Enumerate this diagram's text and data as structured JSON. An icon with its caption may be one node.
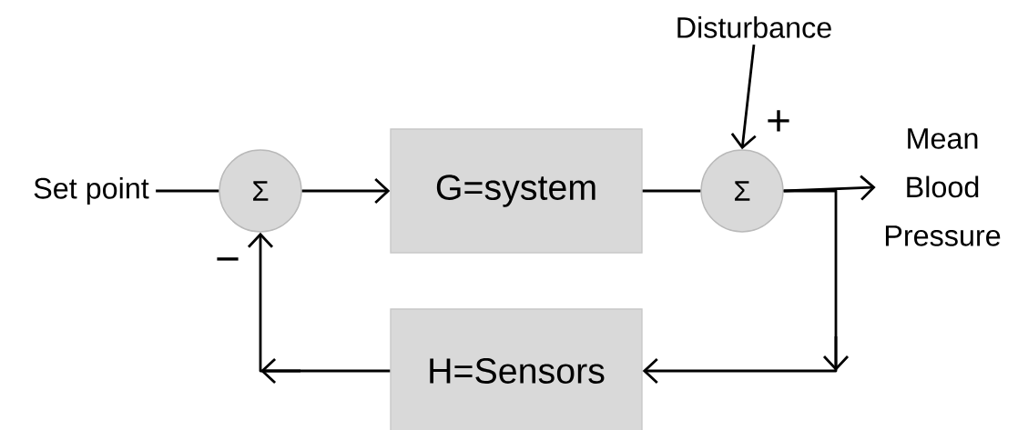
{
  "diagram": {
    "nodes": [
      {
        "text": [
          "Set point"
        ]
      },
      {
        "text": [
          "Σ"
        ]
      },
      {
        "text": [
          "G=system"
        ]
      },
      {
        "text": [
          "Disturbance"
        ]
      },
      {
        "text": [
          "Σ"
        ]
      },
      {
        "text": [
          "Mean Blood Pressure"
        ]
      },
      {
        "text": [
          "H=Sensors"
        ]
      }
    ],
    "edges": [
      {
        "from": 0,
        "to": 1,
        "arrow": "none"
      },
      {
        "from": 1,
        "to": 2,
        "arrow": "to"
      },
      {
        "from": 2,
        "to": 4,
        "arrow": "none"
      },
      {
        "from": 3,
        "to": 4,
        "arrow": "to"
      },
      {
        "from": 4,
        "to": 5,
        "arrow": "to"
      },
      {
        "from": 4,
        "to": 6,
        "arrow": "to"
      },
      {
        "from": 6,
        "to": 1,
        "arrow": "to"
      }
    ],
    "labels": [
      "+",
      "−"
    ]
  }
}
